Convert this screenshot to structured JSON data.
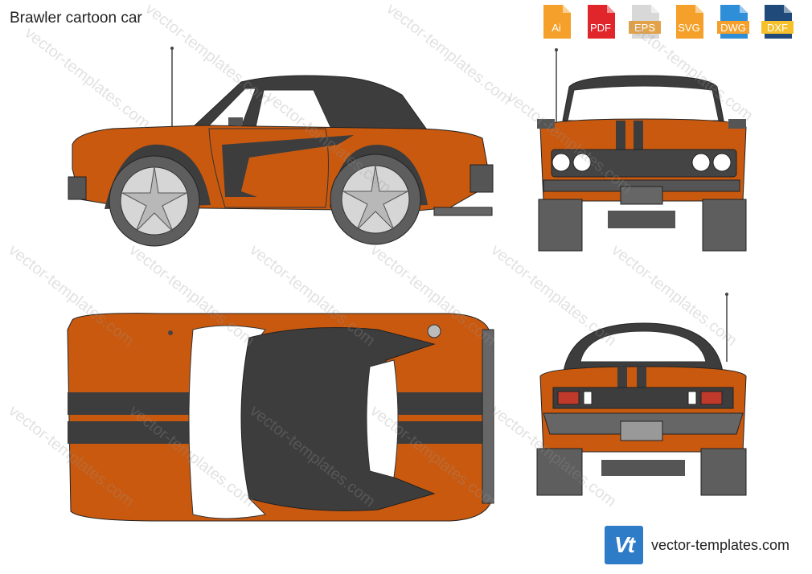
{
  "title": "Brawler cartoon car",
  "formats": [
    {
      "label": "Ai",
      "color": "#f5a02a"
    },
    {
      "label": "PDF",
      "color": "#e0262b"
    },
    {
      "label": "EPS",
      "color": "#d8d8d8"
    },
    {
      "label": "SVG",
      "color": "#f5a02a"
    },
    {
      "label": "DWG",
      "color": "#2e8fd8"
    },
    {
      "label": "DXF",
      "color": "#1f4a7a"
    }
  ],
  "watermark": "vector-templates.com",
  "brand": {
    "logo": "Vt",
    "name": "vector-templates.com"
  },
  "colors": {
    "body": "#c9590f",
    "roof": "#3d3d3d",
    "stripe": "#3d3d3d",
    "tire": "#5e5e5e",
    "glass": "#ffffff"
  }
}
